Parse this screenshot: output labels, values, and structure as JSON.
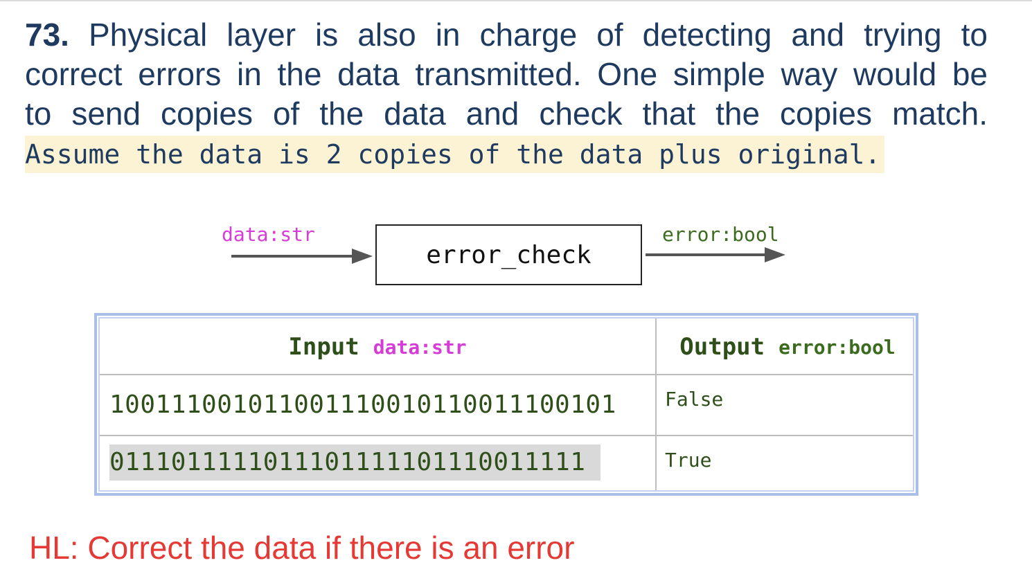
{
  "problem": {
    "number": "73.",
    "line1": "Physical layer is also in charge of detecting and trying to",
    "line2": "correct errors in the data transmitted. One simple way would be",
    "line3": "to send copies of the data and check that the copies match.",
    "assumption": "Assume the data is 2 copies of the data plus original."
  },
  "diagram": {
    "input_label": "data:str",
    "function_name": "error_check",
    "output_label": "error:bool"
  },
  "table": {
    "input_header": "Input",
    "input_type": "data:str",
    "output_header": "Output",
    "output_type": "error:bool",
    "rows": [
      {
        "input": "100111001011001110010110011100101",
        "output": "False"
      },
      {
        "input": "0111011111011101111101110011111",
        "output": "True"
      }
    ]
  },
  "hint": "HL: Correct the data if there is an error",
  "colors": {
    "text": "#1e3a5f",
    "input_type": "#d63cd6",
    "output_type": "#3b6b1e",
    "highlight": "#fcf3d5",
    "hint": "#e53935",
    "table_border": "#a9bfe8"
  }
}
